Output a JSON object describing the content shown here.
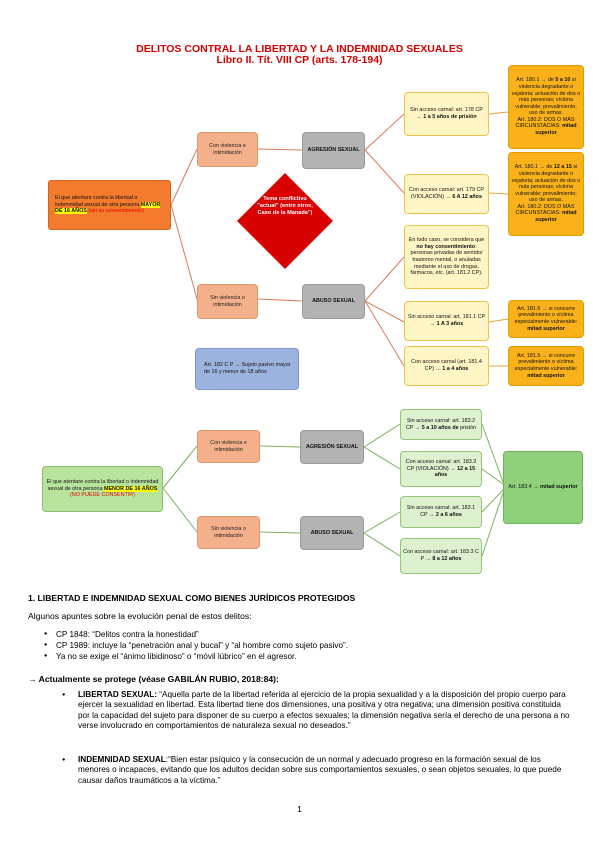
{
  "title": {
    "line1": "DELITOS CONTRAL LA LIBERTAD Y LA INDEMNIDAD SEXUALES",
    "line2": "Libro II. Tít. VIII CP (arts. 178-194)"
  },
  "diagram": {
    "mayor_root": {
      "text": "El que atentare contra la libertad o indemnidad sexual de otra persona",
      "highlight": "MAYOR DE 16 AÑOS",
      "red": "(sin su consentimiento)"
    },
    "con_violencia": "Con violencia e intimidación",
    "sin_violencia": "Sin violencia o intimidación",
    "agresion": "AGRESIÓN SEXUAL",
    "abuso": "ABUSO SEXUAL",
    "art182": "Art. 182 C P → Sujeto pasivo mayor de 16 y menor de 18 años",
    "diamond": "Tema conflictivo \"actual\" (entre otros, Caso de la Manada\")",
    "y1": {
      "pre": "Sin acceso carnal: art. 178 CP →",
      "bold": "1 a 5 años de prisión"
    },
    "y2": {
      "pre": "Con acceso carnal: art. 179 CP (VIOLACIÓN) →",
      "bold": "6 A 12 años"
    },
    "y3": {
      "a": "En todo caso, se considera que",
      "b": "no hay consentimiento",
      "c": ": personas privadas de sentido/ trastorno mental, o anuladas mediante el uso de drogas, fármacos, etc. (art. 181.2 CP)."
    },
    "y4": {
      "pre": "Sin acceso carnal: art. 181.1 CP →",
      "bold": "1 A 3 años"
    },
    "y5": {
      "pre": "Con acceso carnal (art. 181.4 CP) →",
      "bold": "1 a 4 años"
    },
    "g1": {
      "pre": "Art. 180.1 → de",
      "bold": "5 a 10",
      "rest": "si violencia degradante o vejatoria; actuación de dos o más personas; víctima vulnerable; prevalimiento; uso de armas.",
      "pre2": "Art. 180.2: DOS O MÁS CIRCUNSTACIAS:",
      "bold2": "mitad superior"
    },
    "g2": {
      "pre": "Art. 180.1 → de",
      "bold": "12 a 15",
      "rest": "si violencia degradante o vejatoria; actuación de dos o más personas; víctima vulnerable; prevalimiento; uso de armas.",
      "pre2": "Art. 180.2: DOS O MÁS CIRCUNSTACIAS:",
      "bold2": "mitad superior"
    },
    "g3": {
      "pre": "Art. 181.5 → si concurre prevalimiento o víctima especialmente vulnerable:",
      "bold": "mitad superior"
    },
    "g4": {
      "pre": "Art. 181.5 → si concurre prevalimiento o víctima especialmente vulnerable:",
      "bold": "mitad superior"
    },
    "menor_root": {
      "text": "El que atentare contra la libertad o indemnidad sexual de otra persona",
      "highlight": "MENOR DE 16 AÑOS",
      "red": "(NO PUEDE CONSENTIR)"
    },
    "con_violencia2": "Con violencia e intimidación",
    "sin_violencia2": "Sin violencia o intimidación",
    "agresion2": "AGRESIÓN SEXUAL",
    "abuso2": "ABUSO SEXUAL",
    "lg1": {
      "pre": "Sin acceso carnal: art. 183.2 CP →",
      "bold": "5 a 10 años de",
      "rest": "prisión"
    },
    "lg2": {
      "pre": "Con acceso carnal: art. 183.3 CP (VIOLACIÓN) →",
      "bold": "12 a 15 años"
    },
    "lg3": {
      "pre": "Sin acceso carnal: art. 183.1 CP →",
      "bold": "2 a 6 años"
    },
    "lg4": {
      "pre": "Con acceso carnal: art. 183.3 C P →",
      "bold": "8 a 12 años"
    },
    "art1834": {
      "pre": "Art. 183.4 →",
      "bold": "mitad superior"
    }
  },
  "section": {
    "title": "1.   LIBERTAD E INDEMNIDAD SEXUAL COMO BIENES JURÍDICOS PROTEGIDOS",
    "intro": "Algunos apuntes sobre la evolución penal de estos delitos:",
    "bullets": [
      "CP 1848: “Delitos contra la honestidad”",
      "CP 1989: incluye la “penetración anal y bucal” y “al hombre como sujeto pasivo”.",
      "Ya no se exige el “ánimo libidinoso” o “móvil lúbrico” en el agresor."
    ],
    "actual": "→   Actualmente se protege (véase GABILÁN RUBIO, 2018:84):",
    "libertad_label": "LIBERTAD SEXUAL:",
    "libertad_text": " “Aquella parte de la libertad referida al ejercicio de la propia sexualidad y a la disposición del propio cuerpo para ejercer la sexualidad en libertad. Esta libertad tiene dos dimensiones, una positiva y otra negativa; una dimensión positiva constituida por la capacidad del sujeto para disponer de su cuerpo a efectos sexuales; la dimensión negativa sería el derecho de una persona a no verse involucrado en comportamientos de naturaleza sexual no deseados.”",
    "indemnidad_label": "INDEMNIDAD SEXUAL",
    "indemnidad_text": ":“Bien estar psíquico y la consecución de un normal y adecuado progreso en la formación sexual de los menores o incapaces, evitando que los adultos decidan sobre sus comportamientos sexuales, o sean objetos sexuales, lo que puede causar daños traumáticos a la víctima.”"
  },
  "page_number": "1"
}
